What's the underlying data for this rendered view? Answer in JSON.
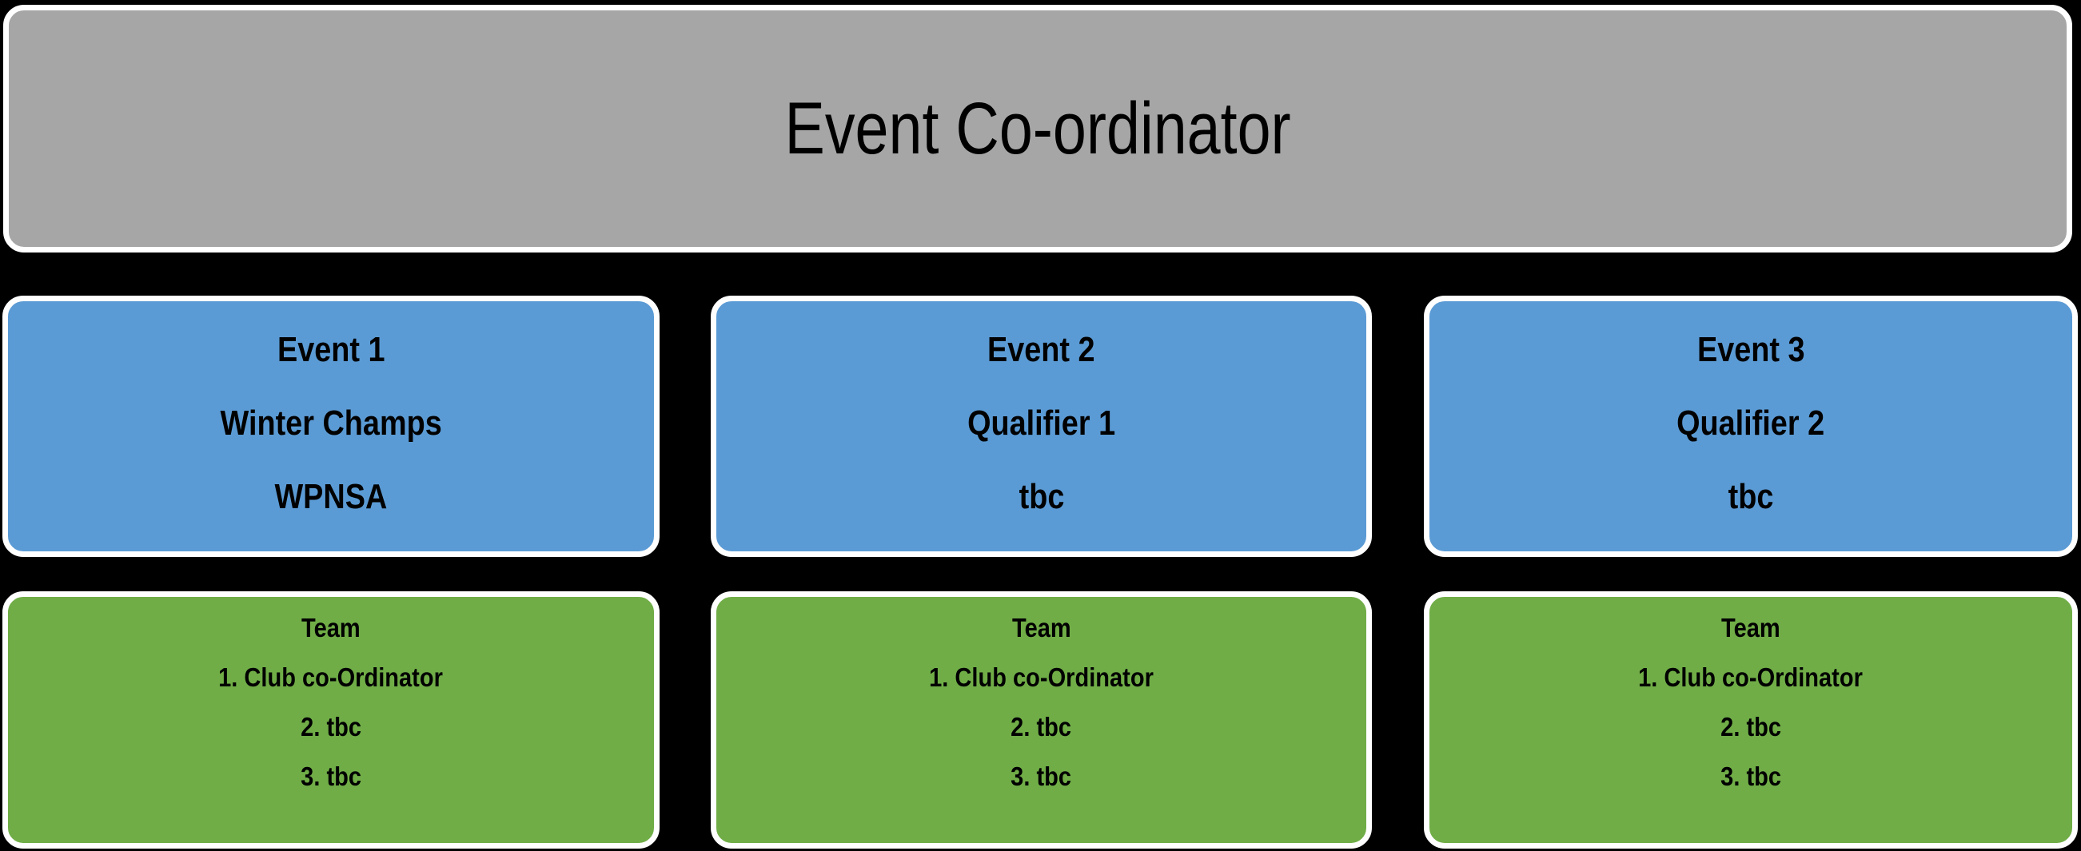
{
  "header": {
    "title": "Event Co-ordinator",
    "background_color": "#A6A6A6",
    "border_color": "#FFFFFF",
    "text_color": "#000000"
  },
  "colors": {
    "page_background": "#000000",
    "event_card": "#5B9BD5",
    "team_card": "#70AD47",
    "card_border": "#FFFFFF",
    "text": "#000000"
  },
  "columns": [
    {
      "event": {
        "number_label": "Event 1",
        "name": "Winter Champs",
        "venue": "WPNSA"
      },
      "team": {
        "heading": "Team",
        "members": [
          "1. Club co-Ordinator",
          "2. tbc",
          "3. tbc"
        ]
      }
    },
    {
      "event": {
        "number_label": "Event 2",
        "name": "Qualifier 1",
        "venue": "tbc"
      },
      "team": {
        "heading": "Team",
        "members": [
          "1. Club co-Ordinator",
          "2. tbc",
          "3. tbc"
        ]
      }
    },
    {
      "event": {
        "number_label": "Event 3",
        "name": "Qualifier 2",
        "venue": "tbc"
      },
      "team": {
        "heading": "Team",
        "members": [
          "1. Club co-Ordinator",
          "2. tbc",
          "3. tbc"
        ]
      }
    }
  ]
}
